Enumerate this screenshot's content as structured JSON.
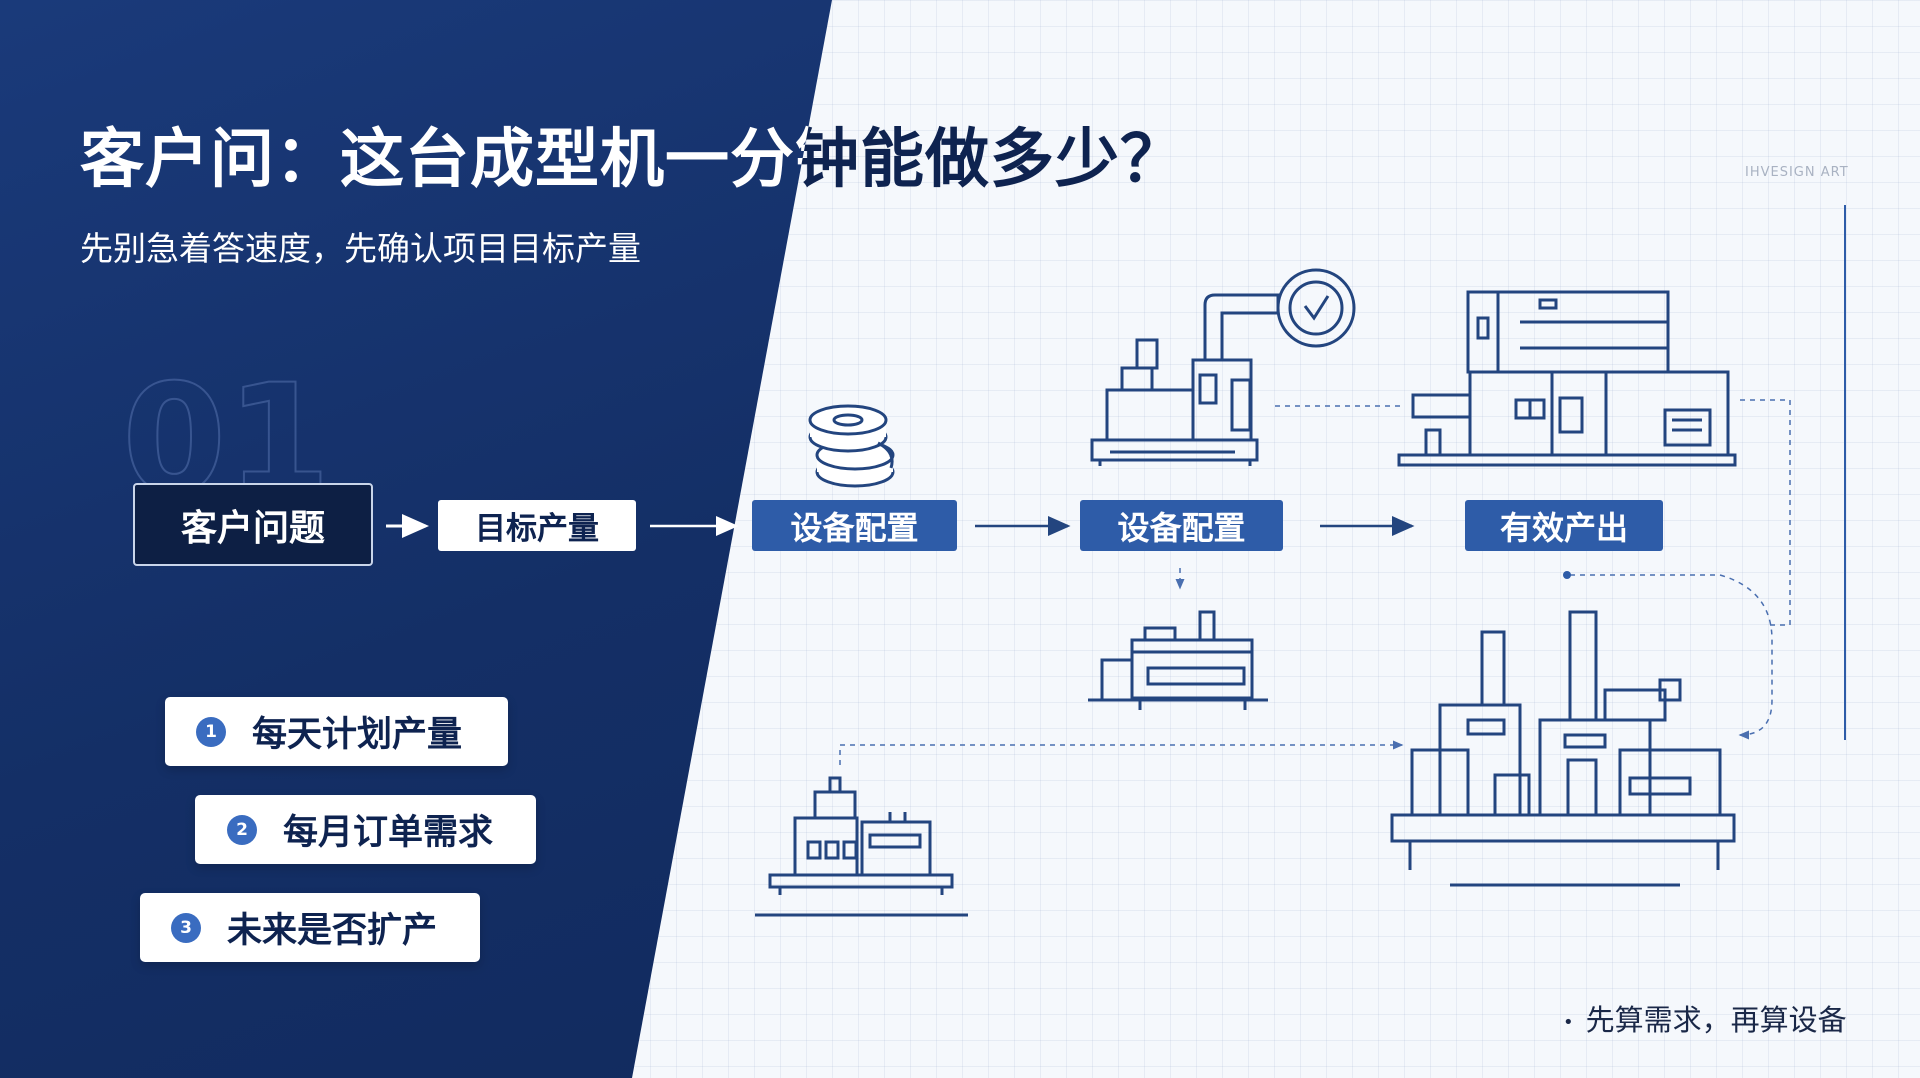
{
  "title": "客户问：这台成型机一分钟能做多少？",
  "subtitle": "先别急着答速度，先确认项目目标产量",
  "watermark": "IHVESIGN ART",
  "step_number": "01",
  "flow": [
    {
      "label": "客户问题"
    },
    {
      "label": "目标产量"
    },
    {
      "label": "设备配置"
    },
    {
      "label": "设备配置"
    },
    {
      "label": "有效产出"
    }
  ],
  "factors": [
    {
      "num": "1",
      "label": "每天计划产量"
    },
    {
      "num": "2",
      "label": "每月订单需求"
    },
    {
      "num": "3",
      "label": "未来是否扩产"
    }
  ],
  "footnote": "先算需求，再算设备",
  "colors": {
    "navy": "#142f66",
    "blue": "#2e5ca8",
    "line": "#23457f",
    "accent": "#3a6cc0"
  },
  "icons": [
    "coil-stack-icon",
    "forming-machine-icon",
    "timer-gauge-icon",
    "factory-building-icon",
    "small-machine-icon",
    "production-plant-icon",
    "workshop-icon"
  ]
}
